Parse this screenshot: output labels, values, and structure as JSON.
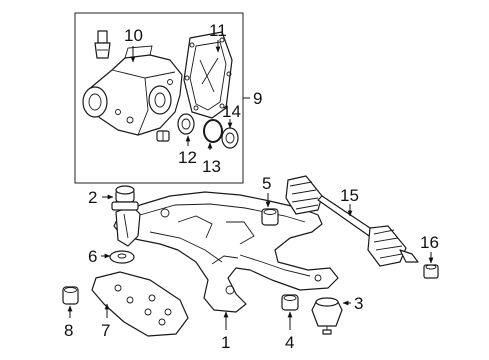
{
  "diagram": {
    "callouts": {
      "c1": "1",
      "c2": "2",
      "c3": "3",
      "c4": "4",
      "c5": "5",
      "c6": "6",
      "c7": "7",
      "c8": "8",
      "c9": "9",
      "c10": "10",
      "c11": "11",
      "c12": "12",
      "c13": "13",
      "c14": "14",
      "c15": "15",
      "c16": "16"
    },
    "colors": {
      "line": "#1a1a1a",
      "background": "#ffffff"
    }
  }
}
